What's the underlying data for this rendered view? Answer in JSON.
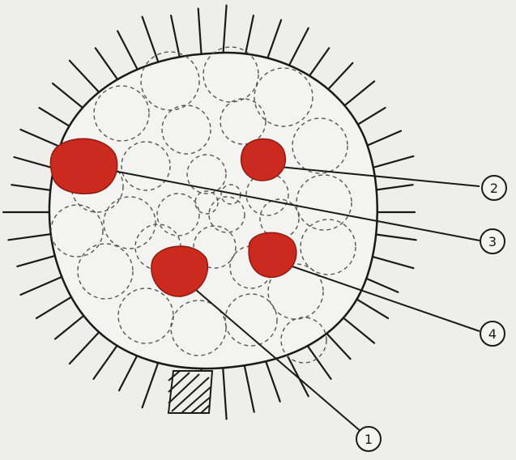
{
  "figure": {
    "background_color": "#eeeeea",
    "ink_color": "#1a1a1a",
    "dash_color": "#555555",
    "highlight_color": "#cc2a1e"
  },
  "callouts": [
    {
      "label": "2"
    },
    {
      "label": "3"
    },
    {
      "label": "4"
    },
    {
      "label": "1"
    }
  ]
}
